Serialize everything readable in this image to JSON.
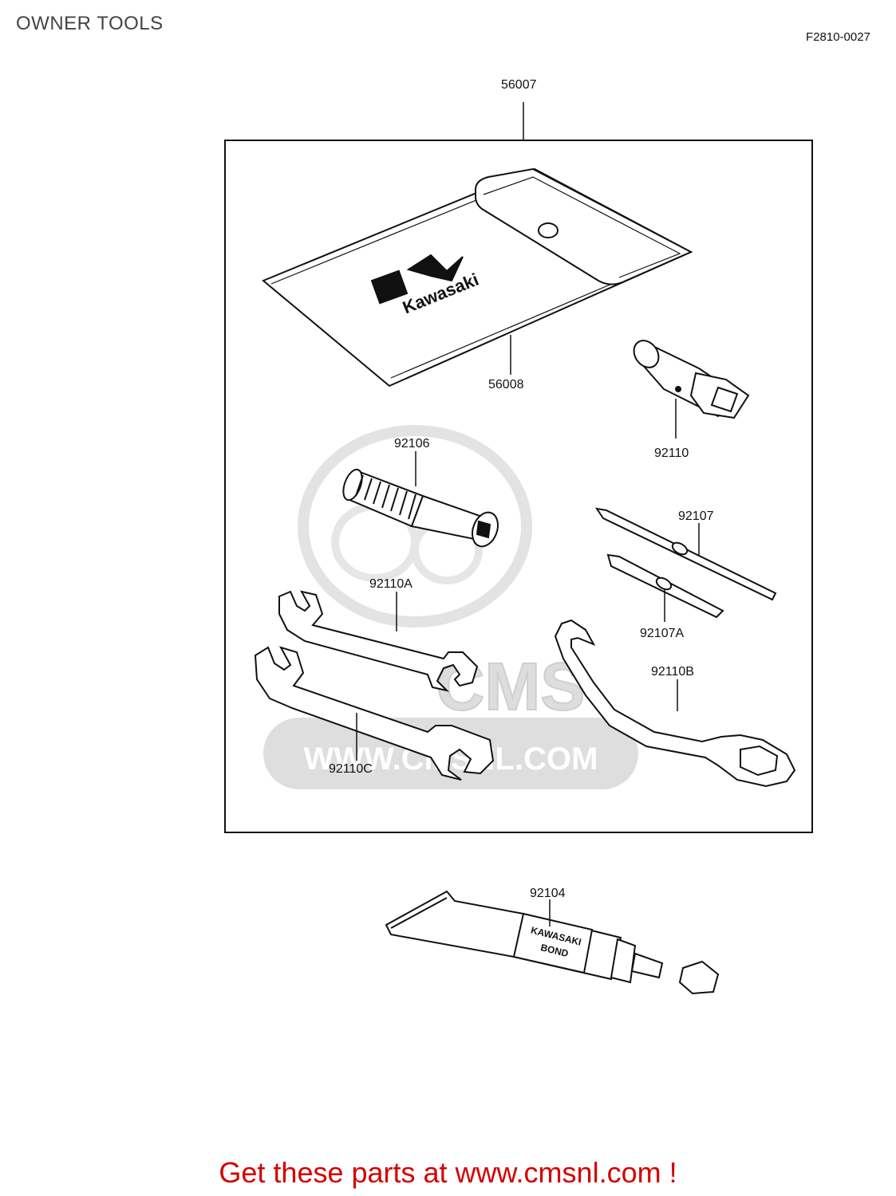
{
  "header": {
    "title": "OWNER TOOLS",
    "diagram_code": "F2810-0027"
  },
  "parts": {
    "p56007": "56007",
    "p56008": "56008",
    "p92110": "92110",
    "p92106": "92106",
    "p92107": "92107",
    "p92110A": "92110A",
    "p92107A": "92107A",
    "p92110B": "92110B",
    "p92110C": "92110C",
    "p92104": "92104"
  },
  "graphics": {
    "pouch_logo": "Kawasaki",
    "tube_label_line1": "KAWASAKI",
    "tube_label_line2": "BOND",
    "watermark_brand": "CMS",
    "watermark_url": "WWW.CMSNL.COM"
  },
  "footer": {
    "cta_text": "Get these parts at www.cmsnl.com !"
  },
  "colors": {
    "cta": "#d40000",
    "line": "#111111",
    "watermark": "#e3e3e3"
  }
}
